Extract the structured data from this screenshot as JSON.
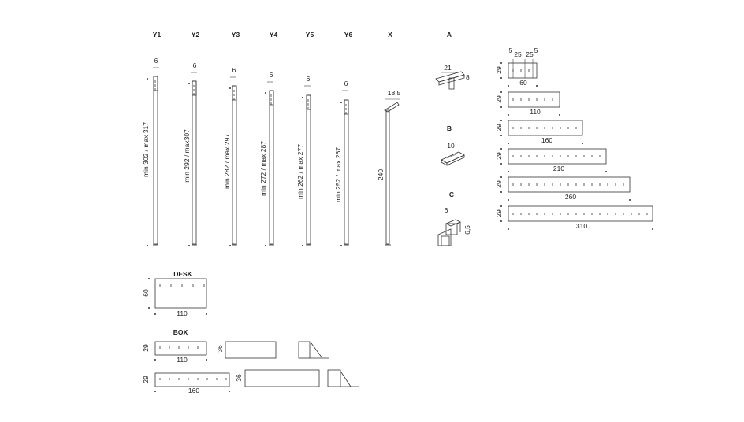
{
  "posts": [
    {
      "id": "Y1",
      "width": "6",
      "height": "min 302 / max 317"
    },
    {
      "id": "Y2",
      "width": "6",
      "height": "min 292 / max307"
    },
    {
      "id": "Y3",
      "width": "6",
      "height": "min 282 / max 297"
    },
    {
      "id": "Y4",
      "width": "6",
      "height": "min 272 / max 287"
    },
    {
      "id": "Y5",
      "width": "6",
      "height": "min 262 / max 277"
    },
    {
      "id": "Y6",
      "width": "6",
      "height": "min 252 / max 267"
    }
  ],
  "post_x": {
    "id": "X",
    "offset": "18,5",
    "height": "240"
  },
  "bracket_a": {
    "id": "A",
    "width": "21",
    "height": "8"
  },
  "bracket_b": {
    "id": "B",
    "width": "10"
  },
  "bracket_c": {
    "id": "C",
    "width": "6",
    "height": "6,5"
  },
  "shelves": {
    "depth": "29",
    "top_dims": [
      "5",
      "25",
      "25",
      "5"
    ],
    "lengths": [
      "60",
      "110",
      "160",
      "210",
      "260",
      "310"
    ]
  },
  "desk": {
    "title": "DESK",
    "depth": "60",
    "length": "110"
  },
  "box": {
    "title": "BOX",
    "units": [
      {
        "depth": "29",
        "length": "110",
        "height": "36"
      },
      {
        "depth": "29",
        "length": "160",
        "height": "36"
      }
    ]
  }
}
